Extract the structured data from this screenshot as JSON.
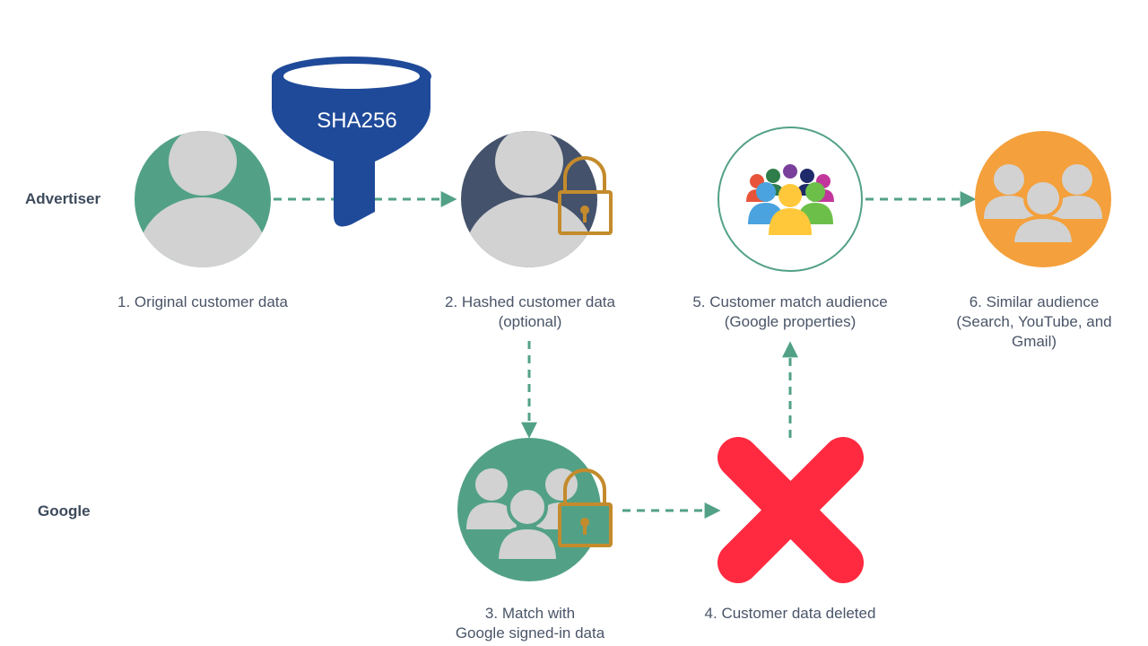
{
  "rows": {
    "advertiser": "Advertiser",
    "google": "Google"
  },
  "hash_funnel": {
    "label": "SHA256"
  },
  "steps": [
    {
      "id": 1,
      "lines": [
        "1. Original customer data"
      ],
      "icon": "person-icon"
    },
    {
      "id": 2,
      "lines": [
        "2. Hashed customer data",
        "(optional)"
      ],
      "icon": "locked-person-icon"
    },
    {
      "id": 3,
      "lines": [
        "3. Match with",
        "Google signed-in data"
      ],
      "icon": "locked-group-icon"
    },
    {
      "id": 4,
      "lines": [
        "4. Customer data deleted"
      ],
      "icon": "delete-x-icon"
    },
    {
      "id": 5,
      "lines": [
        "5. Customer match audience",
        "(Google properties)"
      ],
      "icon": "colorful-audience-icon"
    },
    {
      "id": 6,
      "lines": [
        "6. Similar audience",
        "(Search, YouTube, and",
        "Gmail)"
      ],
      "icon": "group-icon"
    }
  ],
  "colors": {
    "green": "#52a186",
    "navy": "#44526b",
    "funnel": "#1f4a99",
    "lock": "#c48b2c",
    "red": "#ff2a40",
    "orange": "#f4a03c",
    "silhouette": "#d2d2d2",
    "arrow": "#52a186",
    "text": "#4a5568",
    "label": "#3d4a5c"
  }
}
